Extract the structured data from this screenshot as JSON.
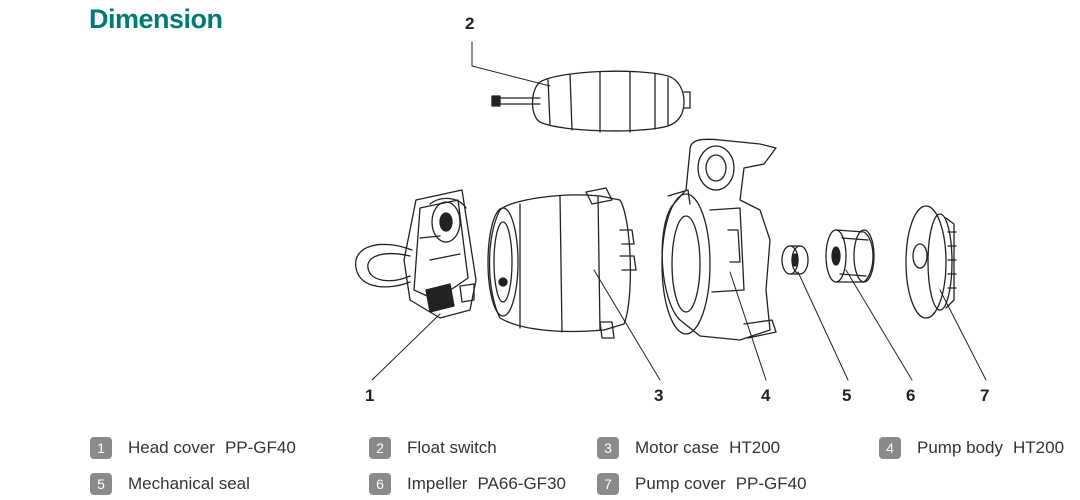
{
  "title": "Dimension",
  "callouts": [
    "2",
    "1",
    "3",
    "4",
    "5",
    "6",
    "7"
  ],
  "legend": [
    {
      "num": "1",
      "name": "Head cover",
      "material": "PP-GF40"
    },
    {
      "num": "2",
      "name": "Float switch",
      "material": ""
    },
    {
      "num": "3",
      "name": "Motor case",
      "material": "HT200"
    },
    {
      "num": "4",
      "name": "Pump body",
      "material": "HT200"
    },
    {
      "num": "5",
      "name": "Mechanical seal",
      "material": ""
    },
    {
      "num": "6",
      "name": "Impeller",
      "material": "PA66-GF30"
    },
    {
      "num": "7",
      "name": "Pump cover",
      "material": "PP-GF40"
    }
  ],
  "colors": {
    "title": "#007a74",
    "badge": "#8a8a8a",
    "stroke": "#222222"
  }
}
